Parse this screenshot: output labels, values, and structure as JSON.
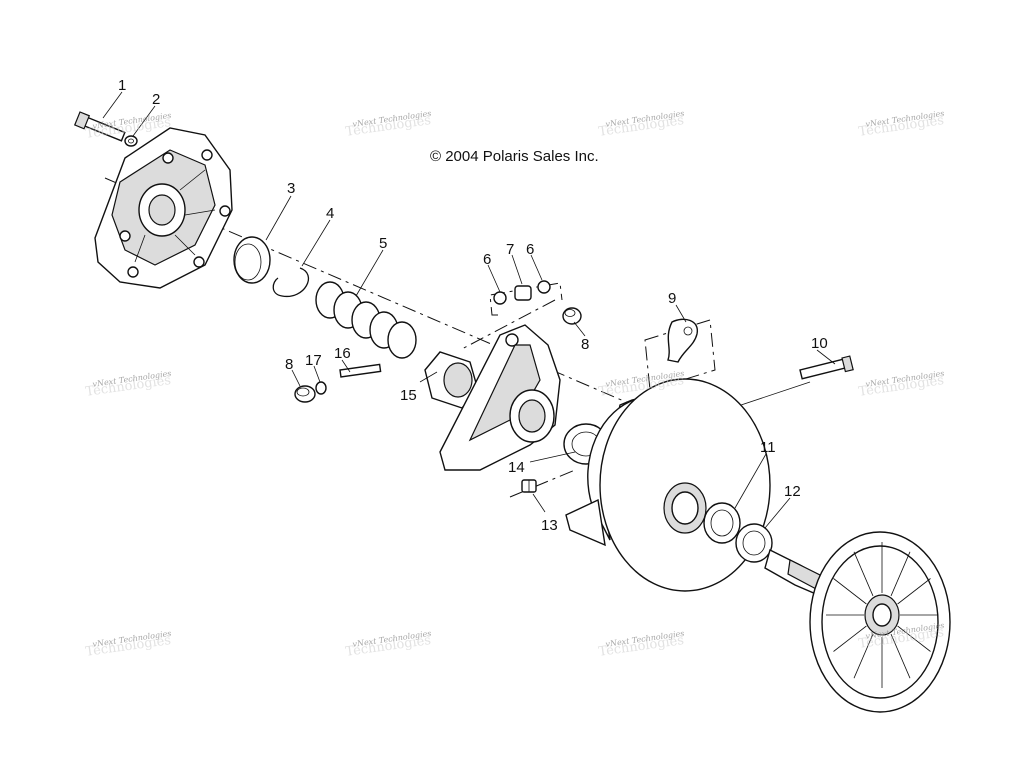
{
  "copyright": "© 2004 Polaris Sales Inc.",
  "watermark": {
    "line1": "vNext Technologies",
    "line2": "Technologies"
  },
  "callouts": [
    "1",
    "2",
    "3",
    "4",
    "5",
    "6",
    "7",
    "6",
    "8",
    "8",
    "17",
    "16",
    "15",
    "9",
    "10",
    "11",
    "12",
    "13",
    "14"
  ]
}
